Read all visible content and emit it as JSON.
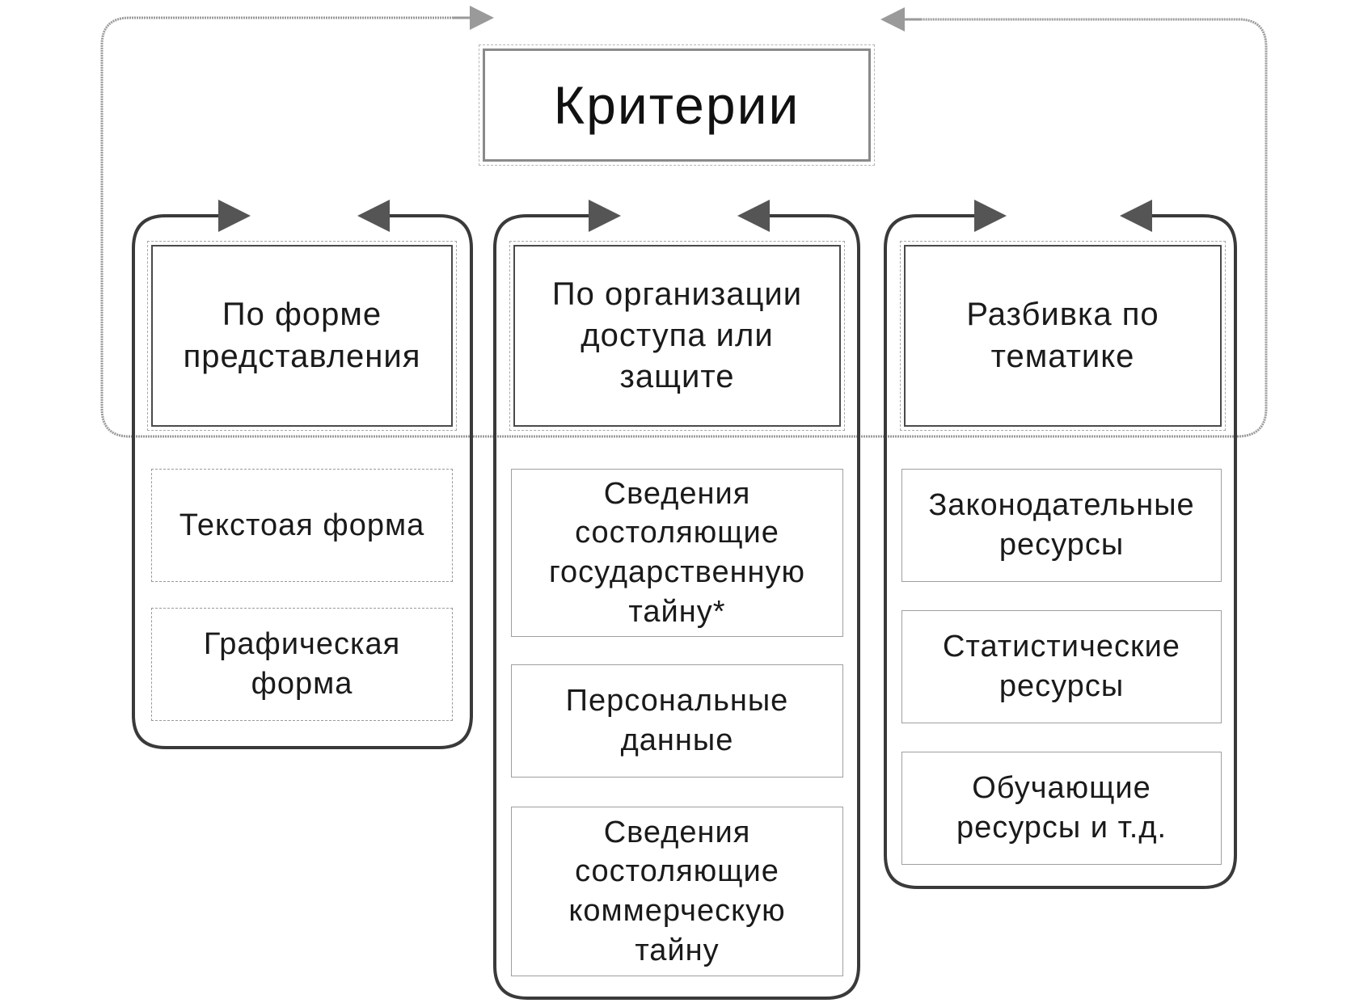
{
  "title": "Критерии",
  "columns": [
    {
      "header": "По форме\nпредставления",
      "items": [
        "Текстоая форма",
        "Графическая\nформа"
      ]
    },
    {
      "header": "По организации\nдоступа или\nзащите",
      "items": [
        "Сведения\nсостоляющие\nгосударственную\nтайну*",
        "Персональные\nданные",
        "Сведения\nсостоляющие\nкоммерческую\nтайну"
      ]
    },
    {
      "header": "Разбивка по\nтематике",
      "items": [
        "Законодательные\nресурсы",
        "Статистические\nресурсы",
        "Обучающие\nресурсы и т.д."
      ]
    }
  ],
  "colors": {
    "frame": "#3a3a3a",
    "connector": "#8f8f8f",
    "arrow": "#444444",
    "text": "#1a1a1a"
  }
}
